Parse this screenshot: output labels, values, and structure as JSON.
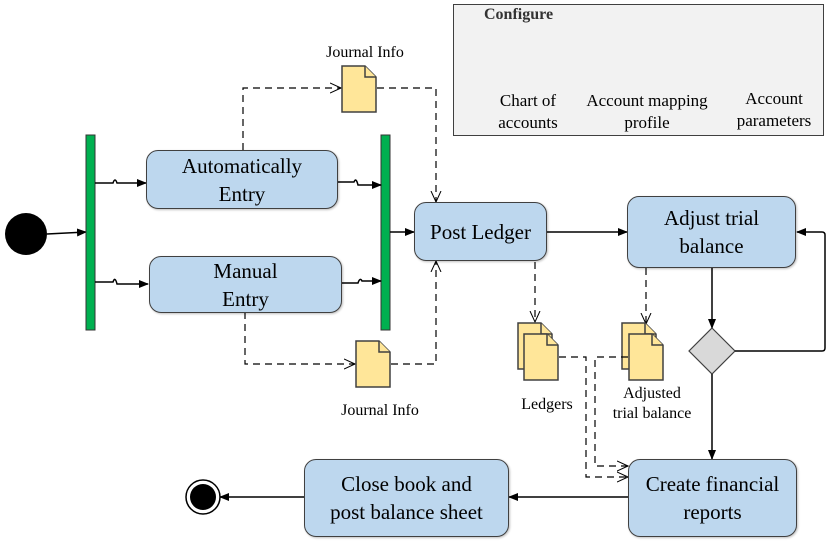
{
  "configure": {
    "title": "Configure",
    "items": [
      {
        "label": "Chart of\naccounts",
        "icon": "config-document-icon"
      },
      {
        "label": "Account mapping\nprofile",
        "icon": "config-document-icon"
      },
      {
        "label": "Account\nparameters",
        "icon": "config-document-icon"
      }
    ]
  },
  "nodes": {
    "auto_entry": "Automatically\nEntry",
    "manual_entry": "Manual\nEntry",
    "post_ledger": "Post Ledger",
    "adjust_trial": "Adjust trial\nbalance",
    "create_reports": "Create financial\nreports",
    "close_book": "Close book and\npost balance sheet"
  },
  "artifacts": {
    "journal_info_top": "Journal Info",
    "journal_info_bottom": "Journal Info",
    "ledgers": "Ledgers",
    "adjusted_trial": "Adjusted\ntrial balance"
  },
  "colors": {
    "activity_fill": "#bdd7ee",
    "fork_bar": "#00b050",
    "document_fill": "#ffe699",
    "decision_fill": "#d9d9d9",
    "config_bg": "#f2f2f2",
    "gear": "#7f7f7f"
  }
}
